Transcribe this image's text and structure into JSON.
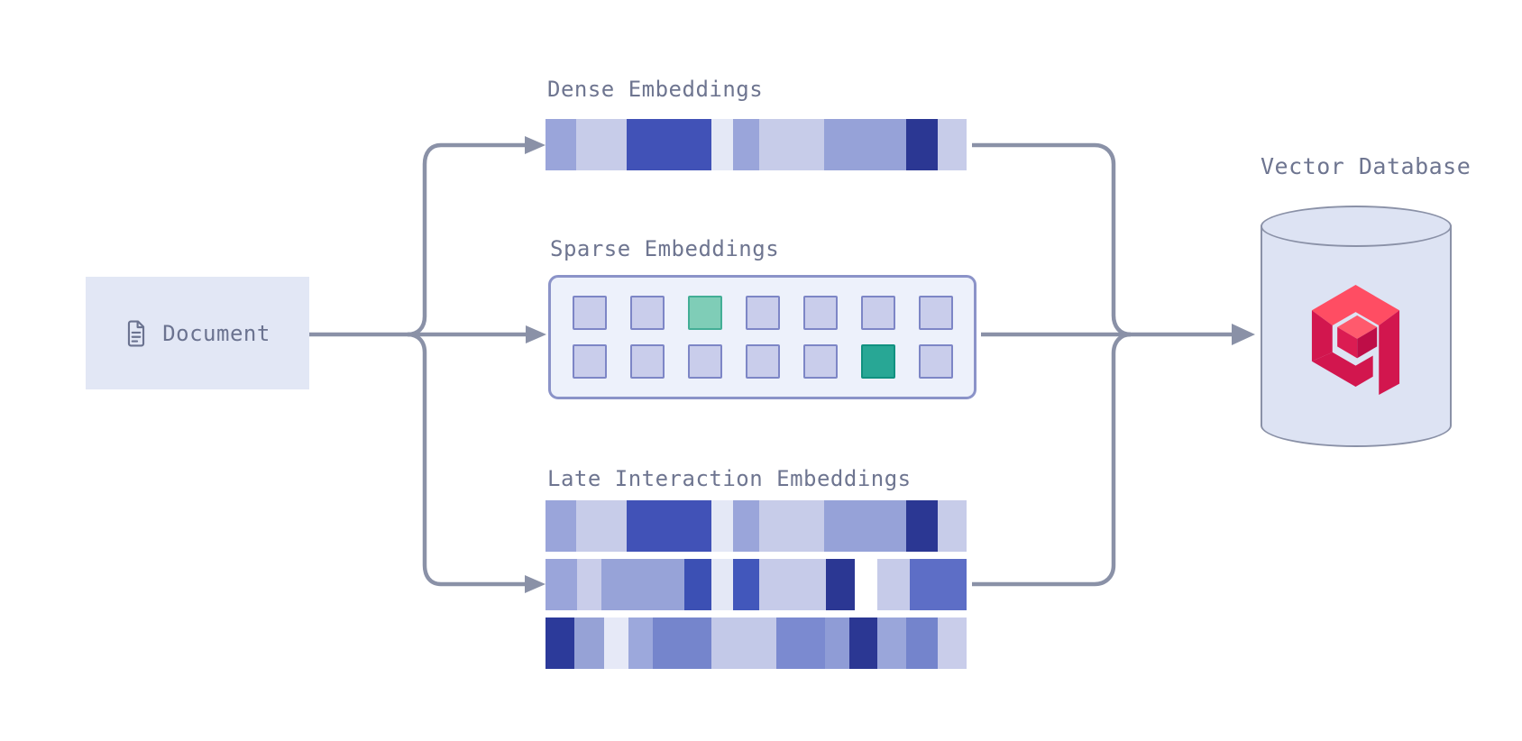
{
  "document": {
    "label": "Document",
    "icon": "document-icon"
  },
  "embeddings": {
    "dense": {
      "label": "Dense Embeddings"
    },
    "sparse": {
      "label": "Sparse Embeddings"
    },
    "late": {
      "label": "Late Interaction Embeddings"
    }
  },
  "database": {
    "label": "Vector Database",
    "logo": "qdrant-logo"
  },
  "colors": {
    "background": "#FFFFFF",
    "connector_gray": "#8A91A7",
    "text_gray": "#6E7590",
    "document_box_fill": "#E2E7F5",
    "cylinder_fill": "#DDE3F3",
    "sparse_box_fill": "#EDF1FB",
    "sparse_box_border": "#8B93C8",
    "qdrant_red_light": "#FF4D63",
    "qdrant_red_dark": "#D2164E",
    "teal_light": "#7FCDB7",
    "teal_dark": "#28A795",
    "navy": "#2B3793"
  },
  "bars": {
    "dense": [
      {
        "c": "#9AA5DA",
        "w": 32
      },
      {
        "c": "#C7CCE9",
        "w": 52
      },
      {
        "c": "#4152B7",
        "w": 87
      },
      {
        "c": "#E4E8F6",
        "w": 22
      },
      {
        "c": "#9AA5DA",
        "w": 27
      },
      {
        "c": "#C7CCE9",
        "w": 67
      },
      {
        "c": "#96A2D8",
        "w": 85
      },
      {
        "c": "#2B3793",
        "w": 32
      },
      {
        "c": "#C7CCE9",
        "w": 30
      }
    ],
    "late": [
      [
        {
          "c": "#9AA5DA",
          "w": 32
        },
        {
          "c": "#C7CCE9",
          "w": 52
        },
        {
          "c": "#4152B7",
          "w": 87
        },
        {
          "c": "#E4E8F6",
          "w": 22
        },
        {
          "c": "#9AA5DA",
          "w": 27
        },
        {
          "c": "#C7CCE9",
          "w": 67
        },
        {
          "c": "#96A2D8",
          "w": 85
        },
        {
          "c": "#2B3793",
          "w": 32
        },
        {
          "c": "#C7CCE9",
          "w": 30
        }
      ],
      [
        {
          "c": "#9AA5DA",
          "w": 32
        },
        {
          "c": "#C9CDEA",
          "w": 25
        },
        {
          "c": "#97A3D8",
          "w": 85
        },
        {
          "c": "#3C50B4",
          "w": 28
        },
        {
          "c": "#E4E8F6",
          "w": 22
        },
        {
          "c": "#4257BB",
          "w": 27
        },
        {
          "c": "#C6CBE9",
          "w": 68
        },
        {
          "c": "#2B3793",
          "w": 30
        },
        {
          "c": "#FFFFFF",
          "w": 23
        },
        {
          "c": "#C6CBE9",
          "w": 33
        },
        {
          "c": "#5D6EC6",
          "w": 58
        }
      ],
      [
        {
          "c": "#2C3A9A",
          "w": 30
        },
        {
          "c": "#96A2D6",
          "w": 30
        },
        {
          "c": "#E6E9F7",
          "w": 25
        },
        {
          "c": "#9CA8DC",
          "w": 25
        },
        {
          "c": "#7585CC",
          "w": 60
        },
        {
          "c": "#C3C9E8",
          "w": 67
        },
        {
          "c": "#7B8AD0",
          "w": 50
        },
        {
          "c": "#8F9CD6",
          "w": 25
        },
        {
          "c": "#2B3793",
          "w": 28
        },
        {
          "c": "#9AA6DA",
          "w": 30
        },
        {
          "c": "#7484CC",
          "w": 32
        },
        {
          "c": "#C9CDEA",
          "w": 30
        }
      ]
    ]
  },
  "sparse_grid": {
    "rows": 2,
    "cols": 7,
    "default": {
      "fill": "#C9CDEB",
      "border": "#7D86C6"
    },
    "highlights": [
      {
        "row": 0,
        "col": 2,
        "fill": "#7FCDB7",
        "border": "#43AE96"
      },
      {
        "row": 1,
        "col": 5,
        "fill": "#28A795",
        "border": "#119180"
      }
    ]
  }
}
